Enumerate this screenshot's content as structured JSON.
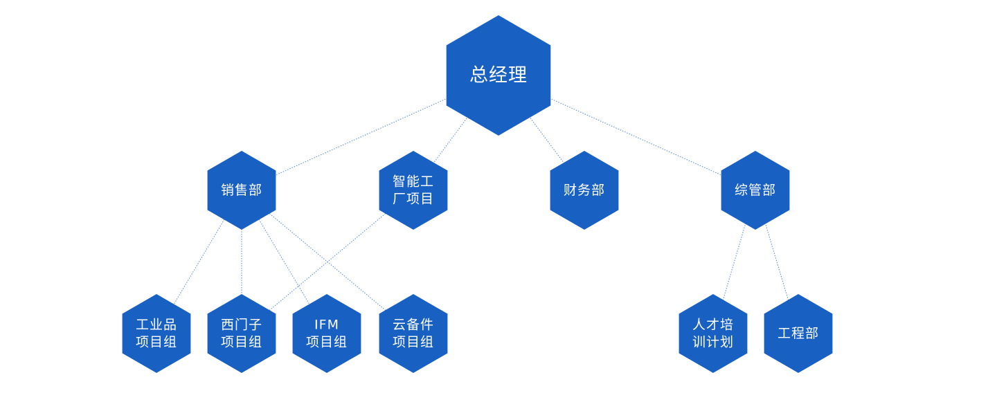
{
  "colors": {
    "node_fill": "#1861c3",
    "edge_stroke": "#4f86d6",
    "label_color": "#ffffff",
    "background": "#ffffff"
  },
  "nodes": {
    "gm": {
      "lines": [
        "总经理"
      ]
    },
    "sales": {
      "lines": [
        "销售部"
      ]
    },
    "smart_factory": {
      "lines": [
        "智能工",
        "厂项目"
      ]
    },
    "finance": {
      "lines": [
        "财务部"
      ]
    },
    "admin": {
      "lines": [
        "综管部"
      ]
    },
    "industrial": {
      "lines": [
        "工业品",
        "项目组"
      ]
    },
    "siemens": {
      "lines": [
        "西门子",
        "项目组"
      ]
    },
    "ifm": {
      "lines": [
        "IFM",
        "项目组"
      ]
    },
    "cloud_spares": {
      "lines": [
        "云备件",
        "项目组"
      ]
    },
    "talent": {
      "lines": [
        "人才培",
        "训计划"
      ]
    },
    "engineering": {
      "lines": [
        "工程部"
      ]
    }
  },
  "edges": [
    [
      "gm",
      "sales"
    ],
    [
      "gm",
      "smart_factory"
    ],
    [
      "gm",
      "finance"
    ],
    [
      "gm",
      "admin"
    ],
    [
      "sales",
      "industrial"
    ],
    [
      "sales",
      "siemens"
    ],
    [
      "sales",
      "ifm"
    ],
    [
      "sales",
      "cloud_spares"
    ],
    [
      "smart_factory",
      "siemens"
    ],
    [
      "admin",
      "talent"
    ],
    [
      "admin",
      "engineering"
    ]
  ]
}
